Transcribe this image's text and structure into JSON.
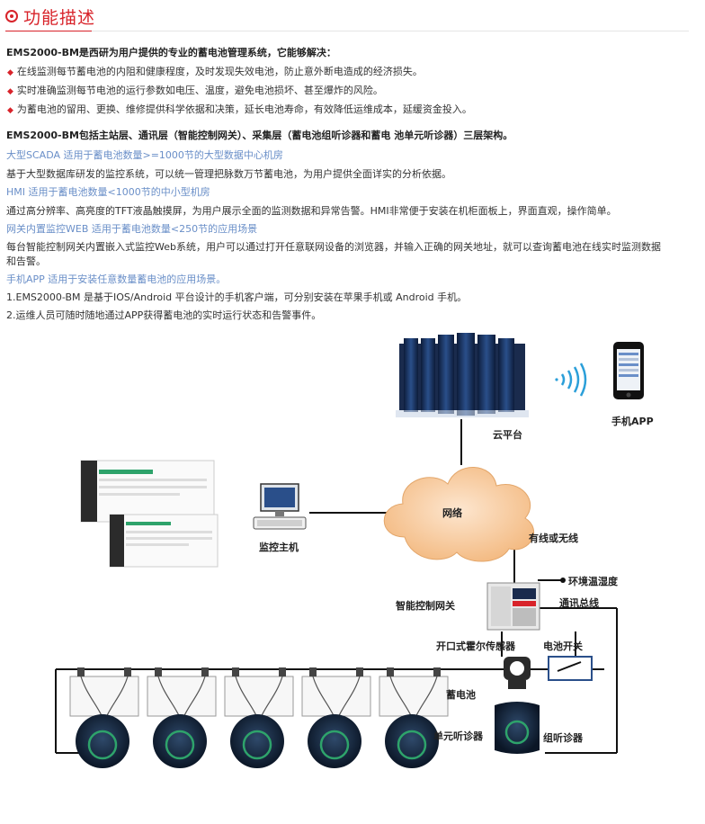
{
  "header": {
    "title": "功能描述"
  },
  "intro": "EMS2000-BM是西研为用户提供的专业的蓄电池管理系统，它能够解决：",
  "bullets": [
    "在线监测每节蓄电池的内阻和健康程度，及时发现失效电池，防止意外断电造成的经济损失。",
    "实时准确监测每节电池的运行参数如电压、温度，避免电池损坏、甚至爆炸的风险。",
    "为蓄电池的留用、更换、维修提供科学依据和决策，延长电池寿命，有效降低运维成本，延缓资金投入。"
  ],
  "architecture_title": "EMS2000-BM包括主站层、通讯层（智能控制网关）、采集层（蓄电池组听诊器和蓄电 池单元听诊器）三层架构。",
  "scada": {
    "heading": "大型SCADA  适用于蓄电池数量>=1000节的大型数据中心机房",
    "desc": "基于大型数据库研发的监控系统，可以统一管理把脉数万节蓄电池，为用户提供全面详实的分析依据。"
  },
  "hmi": {
    "heading": "HMI  适用于蓄电池数量<1000节的中小型机房",
    "desc": "通过高分辨率、高亮度的TFT液晶触摸屏，为用户展示全面的监测数据和异常告警。HMI非常便于安装在机柜面板上，界面直观，操作简单。"
  },
  "web": {
    "heading": "网关内置监控WEB  适用于蓄电池数量<250节的应用场景",
    "desc_line1": "每台智能控制网关内置嵌入式监控Web系统，用户可以通过打开任意联网设备的浏览器，并输入正确的网关地址，就可以查询蓄电池在线实时监测数据",
    "desc_line2": "和告警。"
  },
  "app": {
    "heading": "手机APP  适用于安装任意数量蓄电池的应用场景。",
    "item1": "1.EMS2000-BM 是基于IOS/Android 平台设计的手机客户端，可分别安装在苹果手机或 Android 手机。",
    "item2": "2.运维人员可随时随地通过APP获得蓄电池的实时运行状态和告警事件。"
  },
  "diagram": {
    "cloud_platform": "云平台",
    "mobile_app": "手机APP",
    "network": "网络",
    "monitor_host": "监控主机",
    "wired_wireless": "有线或无线",
    "env_sensor": "环境温湿度",
    "gateway": "智能控制网关",
    "comm_bus": "通讯总线",
    "hall_sensor": "开口式霍尔传感器",
    "battery_switch": "电池开关",
    "battery": "蓄电池",
    "cell_monitor": "单元听诊器",
    "group_monitor": "组听诊器"
  },
  "colors": {
    "accent_red": "#d8232a",
    "link_blue": "#6a8fc8",
    "cloud_orange": "#f5c79a",
    "monitor_green": "#2ea36b"
  }
}
